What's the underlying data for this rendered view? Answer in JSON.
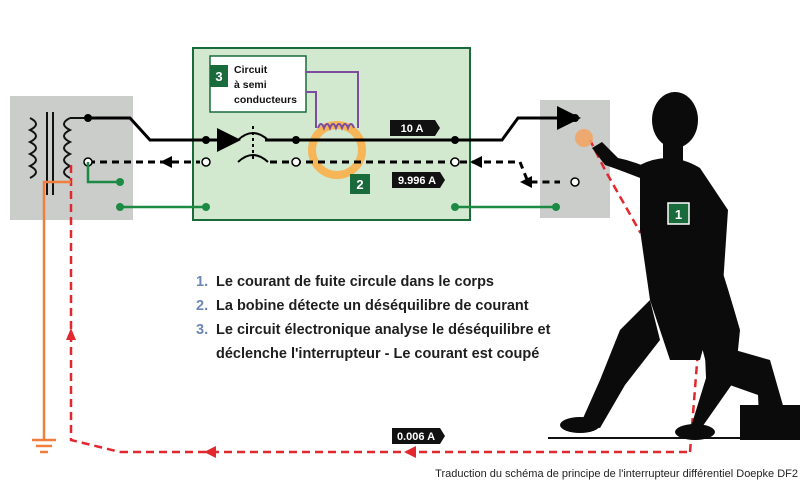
{
  "labels": {
    "circuit_box": [
      "Circuit",
      "à semi",
      "conducteurs"
    ],
    "current_in": "10 A",
    "current_out": "9.996 A",
    "current_leak": "0.006 A",
    "badge_1": "1",
    "badge_2": "2",
    "badge_3": "3"
  },
  "steps": [
    {
      "num": "1.",
      "text": "Le courant de fuite circule dans le corps"
    },
    {
      "num": "2.",
      "text": "La bobine détecte un déséquilibre de courant"
    },
    {
      "num": "3.",
      "text": "Le circuit électronique analyse le déséquilibre et déclenche l'interrupteur - Le courant est coupé"
    }
  ],
  "credit": "Traduction du schéma de principe de l'interrupteur différentiel Doepke DF2",
  "colors": {
    "panel_fill": "#cbcdcb",
    "device_fill": "#d3e9cf",
    "device_border": "#1a6b3c",
    "green_wire": "#1d8a44",
    "red_leak": "#e0282e",
    "orange_ground": "#f07f3d",
    "coil_ring": "#f6b557",
    "purple_wire": "#7a4da0",
    "silhouette": "#0b0b0b",
    "badge_green": "#1a6b3c",
    "label_black": "#111111"
  }
}
